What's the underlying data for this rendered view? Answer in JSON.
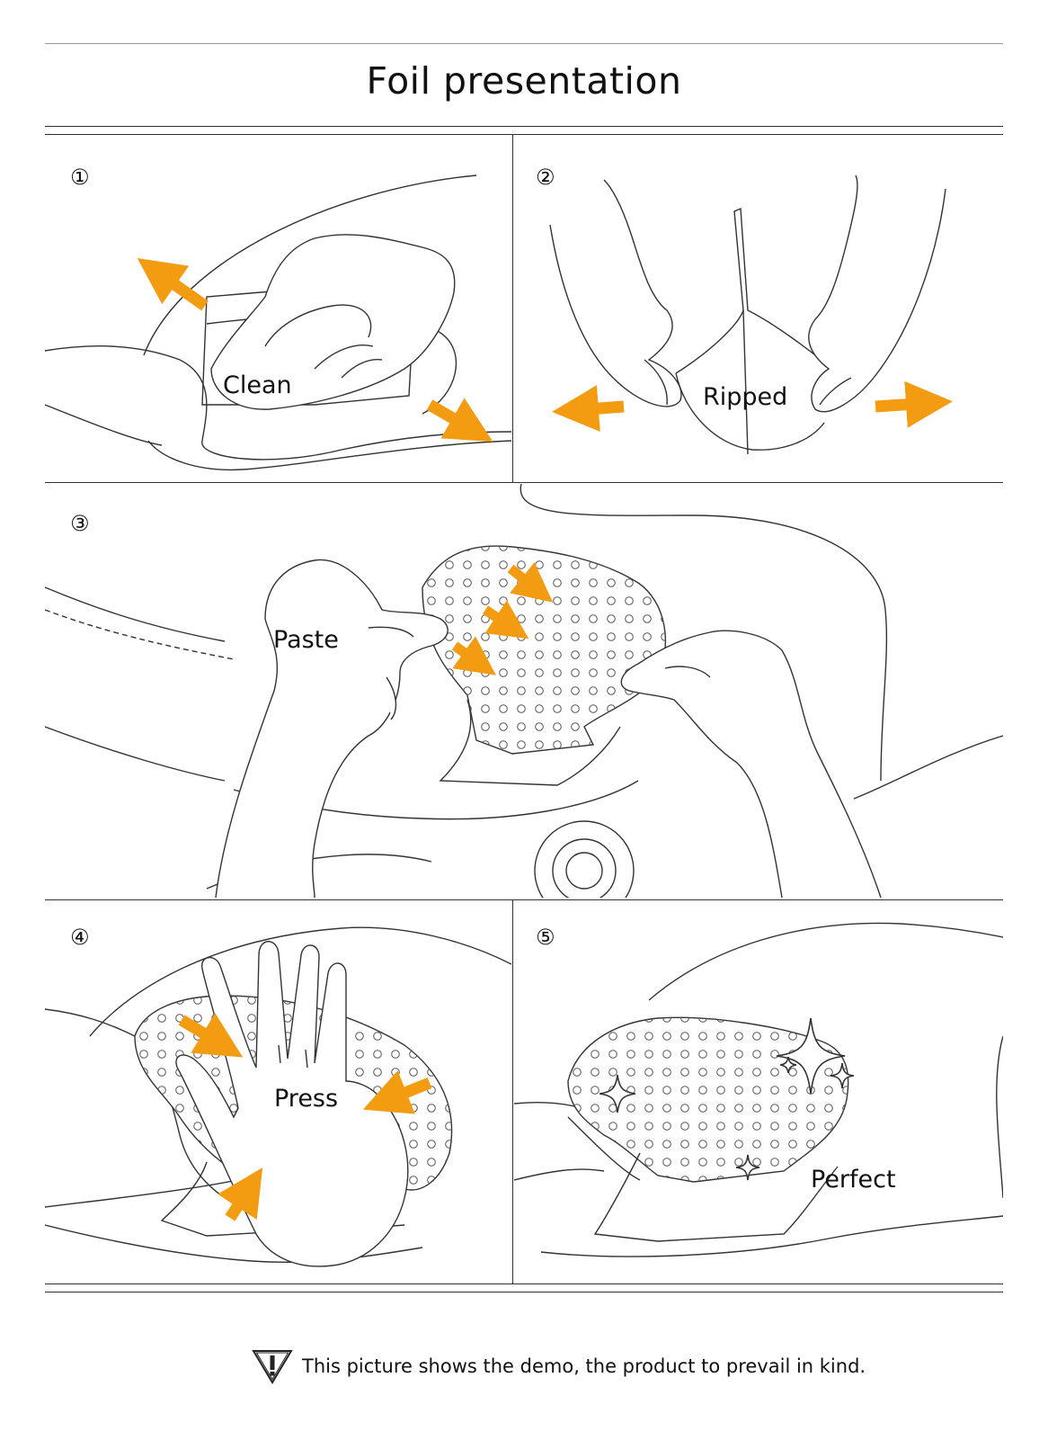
{
  "title": "Foil presentation",
  "colors": {
    "accent": "#f39c12",
    "line": "#333333"
  },
  "steps": [
    {
      "number": "①",
      "label": "Clean"
    },
    {
      "number": "②",
      "label": "Ripped"
    },
    {
      "number": "③",
      "label": "Paste"
    },
    {
      "number": "④",
      "label": "Press"
    },
    {
      "number": "⑤",
      "label": "Perfect"
    }
  ],
  "footer": {
    "icon": "warning-icon",
    "text": "This picture shows the demo, the product to prevail in kind."
  }
}
